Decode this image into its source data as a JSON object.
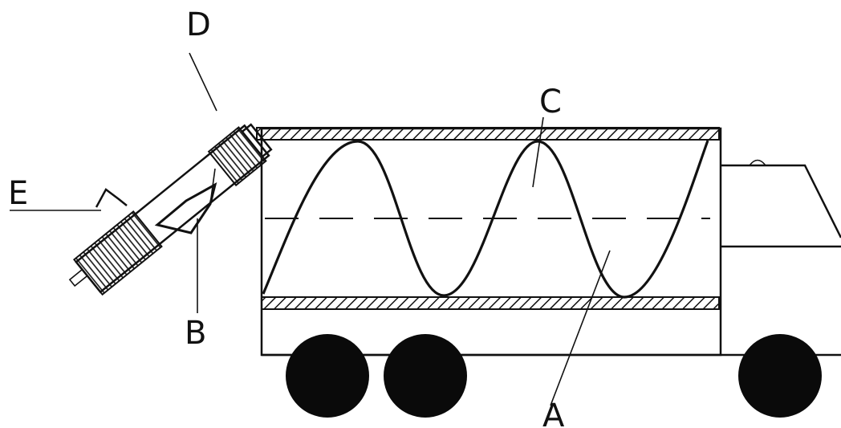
{
  "diagram": {
    "labels": {
      "a": "A",
      "b": "B",
      "c": "C",
      "d": "D",
      "e": "E"
    }
  },
  "colors": {
    "line": "#111111",
    "background": "#ffffff",
    "wheel": "#0a0a0a"
  }
}
